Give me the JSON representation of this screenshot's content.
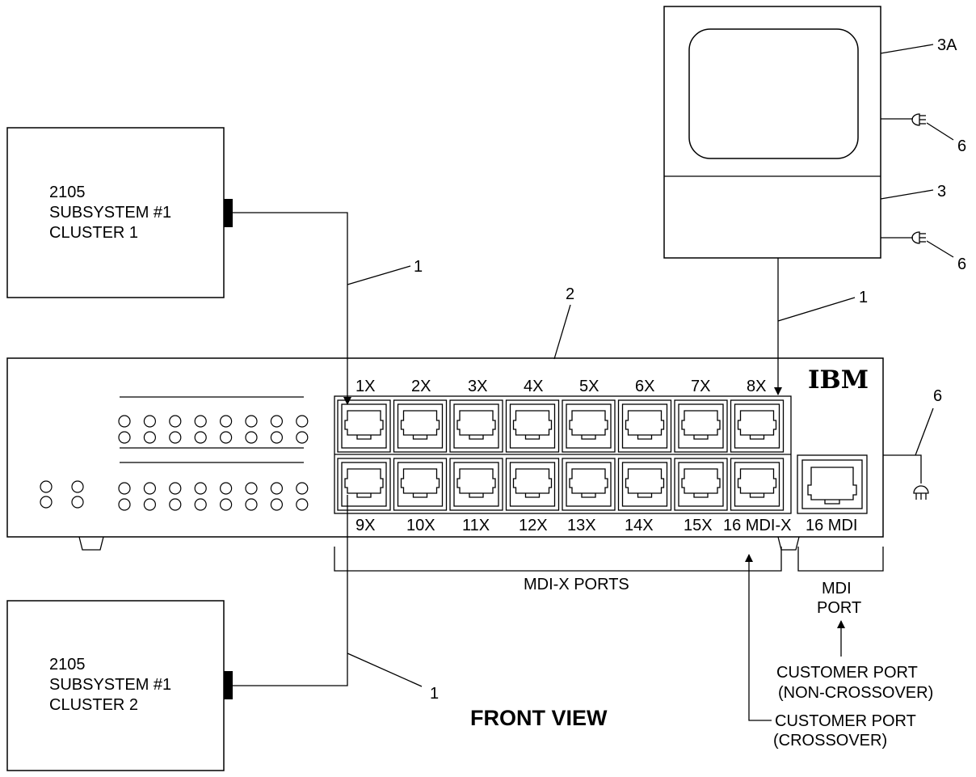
{
  "subsystem_top": {
    "line1": "2105",
    "line2": "SUBSYSTEM #1",
    "line3": "CLUSTER 1"
  },
  "subsystem_bottom": {
    "line1": "2105",
    "line2": "SUBSYSTEM #1",
    "line3": "CLUSTER 2"
  },
  "switch": {
    "logo": "IBM",
    "top_ports": [
      "1X",
      "2X",
      "3X",
      "4X",
      "5X",
      "6X",
      "7X",
      "8X"
    ],
    "bottom_ports": [
      "9X",
      "10X",
      "11X",
      "12X",
      "13X",
      "14X",
      "15X",
      "16 MDI-X"
    ],
    "mdi_port": "16 MDI"
  },
  "callouts": {
    "cable": "1",
    "switch": "2",
    "console": "3",
    "monitor": "3A",
    "power": "6"
  },
  "mdix_ports_label": "MDI-X PORTS",
  "mdi_label": {
    "line1": "MDI",
    "line2": "PORT"
  },
  "customer_non_crossover": {
    "line1": "CUSTOMER PORT",
    "line2": "(NON-CROSSOVER)"
  },
  "customer_crossover": {
    "line1": "CUSTOMER PORT",
    "line2": "(CROSSOVER)"
  },
  "view_title": "FRONT VIEW"
}
